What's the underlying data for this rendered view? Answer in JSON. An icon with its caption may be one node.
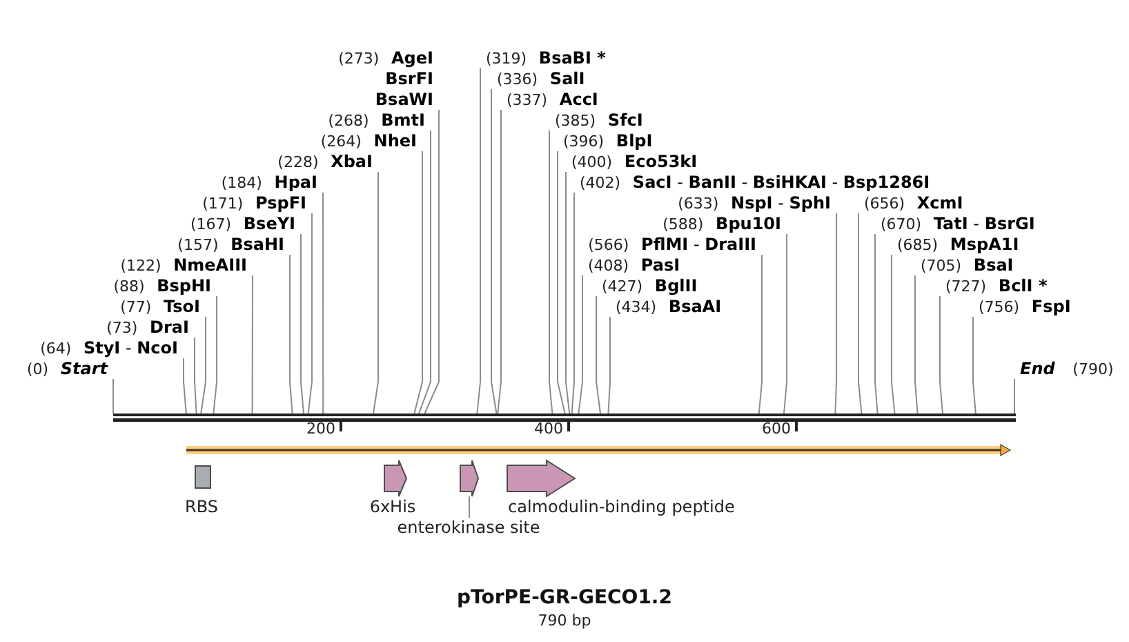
{
  "diagram": {
    "title": "pTorPE-GR-GECO1.2",
    "caption": "790 bp",
    "nodes": [
      {
        "text": [
          "(402)",
          "**SacI** - **BanII** - **BsiHKAI** - **Bsp1286I**"
        ]
      },
      {
        "text": [
          "(400)",
          "Eco53kI"
        ]
      },
      {
        "text": [
          "(396)",
          "BlpI"
        ]
      },
      {
        "text": [
          "(385)",
          "SfcI"
        ]
      },
      {
        "text": [
          "(337)",
          "AccI"
        ]
      },
      {
        "text": [
          "(184)",
          "HpaI"
        ]
      },
      {
        "text": [
          "(336)",
          "SalI"
        ]
      },
      {
        "text": [
          "(171)",
          "PspFI"
        ]
      },
      {
        "text": [
          "(319)",
          "BsaBI *"
        ]
      },
      {
        "text": [
          "(167)",
          "BseYI"
        ]
      },
      {
        "text": [
          "(157)",
          "BsaHI"
        ]
      },
      {
        "text": [
          "(633)",
          "**NspI** - **SphI**"
        ]
      },
      {
        "text": [
          "(756)",
          "FspI"
        ]
      },
      {
        "text": [
          "(122)",
          "NmeAIII"
        ]
      },
      {
        "text": [
          "(273)",
          "AgeI",
          "BsrFI",
          "BsaWI"
        ]
      },
      {
        "text": [
          "(588)",
          "Bpu10I"
        ]
      },
      {
        "text": [
          "(727)",
          "BclI *"
        ]
      },
      {
        "text": [
          "(88)",
          "BspHI"
        ]
      },
      {
        "text": [
          "(566)",
          "**PflMI** - **DraIII**"
        ]
      },
      {
        "text": [
          "(77)",
          "TsoI"
        ]
      },
      {
        "text": [
          "(705)",
          "BsaI"
        ]
      },
      {
        "text": [
          "(73)",
          "DraI"
        ]
      },
      {
        "text": [
          "(268)",
          "BmtI"
        ]
      },
      {
        "text": [
          "(434)",
          "BsaAI"
        ]
      },
      {
        "text": [
          "(685)",
          "MspA1I"
        ]
      },
      {
        "text": [
          "(64)",
          "**StyI** - **NcoI**"
        ]
      },
      {
        "text": [
          "(264)",
          "NheI"
        ]
      },
      {
        "text": [
          "(427)",
          "BglII"
        ]
      },
      {
        "text": [
          "(670)",
          "**TatI** - **BsrGI**"
        ]
      },
      {
        "text": [
          "(0)",
          "Start"
        ]
      },
      {
        "text": [
          "(228)",
          "XbaI"
        ]
      },
      {
        "text": [
          "(408)",
          "PasI"
        ]
      },
      {
        "text": [
          "(656)",
          "XcmI"
        ]
      },
      {
        "text": [
          "End",
          "(790)"
        ]
      },
      {
        "text": [],
        "shape": "bar"
      },
      {
        "text": [],
        "shape": "arrow"
      },
      {
        "text": [
          "RBS"
        ]
      },
      {
        "text": [
          "6xHis"
        ]
      },
      {
        "text": [],
        "shape": "pentagon"
      },
      {
        "text": [
          "calmodulin-binding peptide"
        ]
      },
      {
        "text": [
          "enterokinase site"
        ]
      }
    ],
    "edges": [
      {
        "from": 0,
        "to": 34,
        "arrow": "none"
      },
      {
        "from": 1,
        "to": 34,
        "arrow": "none"
      },
      {
        "from": 2,
        "to": 34,
        "arrow": "none"
      },
      {
        "from": 3,
        "to": 34,
        "arrow": "none"
      },
      {
        "from": 4,
        "to": 34,
        "arrow": "none"
      },
      {
        "from": 5,
        "to": 34,
        "arrow": "none"
      },
      {
        "from": 6,
        "to": 34,
        "arrow": "none"
      },
      {
        "from": 7,
        "to": 34,
        "arrow": "none"
      },
      {
        "from": 8,
        "to": 34,
        "arrow": "none"
      },
      {
        "from": 9,
        "to": 34,
        "arrow": "none"
      },
      {
        "from": 10,
        "to": 34,
        "arrow": "none"
      },
      {
        "from": 11,
        "to": 34,
        "arrow": "none"
      },
      {
        "from": 12,
        "to": 34,
        "arrow": "none"
      },
      {
        "from": 13,
        "to": 34,
        "arrow": "none"
      },
      {
        "from": 14,
        "to": 34,
        "arrow": "none"
      },
      {
        "from": 15,
        "to": 34,
        "arrow": "none"
      },
      {
        "from": 16,
        "to": 34,
        "arrow": "none"
      },
      {
        "from": 17,
        "to": 34,
        "arrow": "none"
      },
      {
        "from": 18,
        "to": 34,
        "arrow": "none"
      },
      {
        "from": 19,
        "to": 34,
        "arrow": "none"
      },
      {
        "from": 20,
        "to": 34,
        "arrow": "none"
      },
      {
        "from": 21,
        "to": 34,
        "arrow": "none"
      },
      {
        "from": 22,
        "to": 34,
        "arrow": "none"
      },
      {
        "from": 23,
        "to": 34,
        "arrow": "none"
      },
      {
        "from": 24,
        "to": 34,
        "arrow": "none"
      },
      {
        "from": 25,
        "to": 34,
        "arrow": "none"
      },
      {
        "from": 26,
        "to": 34,
        "arrow": "none"
      },
      {
        "from": 27,
        "to": 34,
        "arrow": "none"
      },
      {
        "from": 28,
        "to": 34,
        "arrow": "none"
      },
      {
        "from": 29,
        "to": 34,
        "arrow": "none"
      },
      {
        "from": 30,
        "to": 34,
        "arrow": "none"
      },
      {
        "from": 31,
        "to": 34,
        "arrow": "none"
      },
      {
        "from": 32,
        "to": 34,
        "arrow": "none"
      },
      {
        "from": 33,
        "to": 34,
        "arrow": "none"
      },
      {
        "from": 40,
        "to": 38,
        "arrow": "none"
      }
    ],
    "labels": [
      "200",
      "400",
      "600"
    ]
  }
}
